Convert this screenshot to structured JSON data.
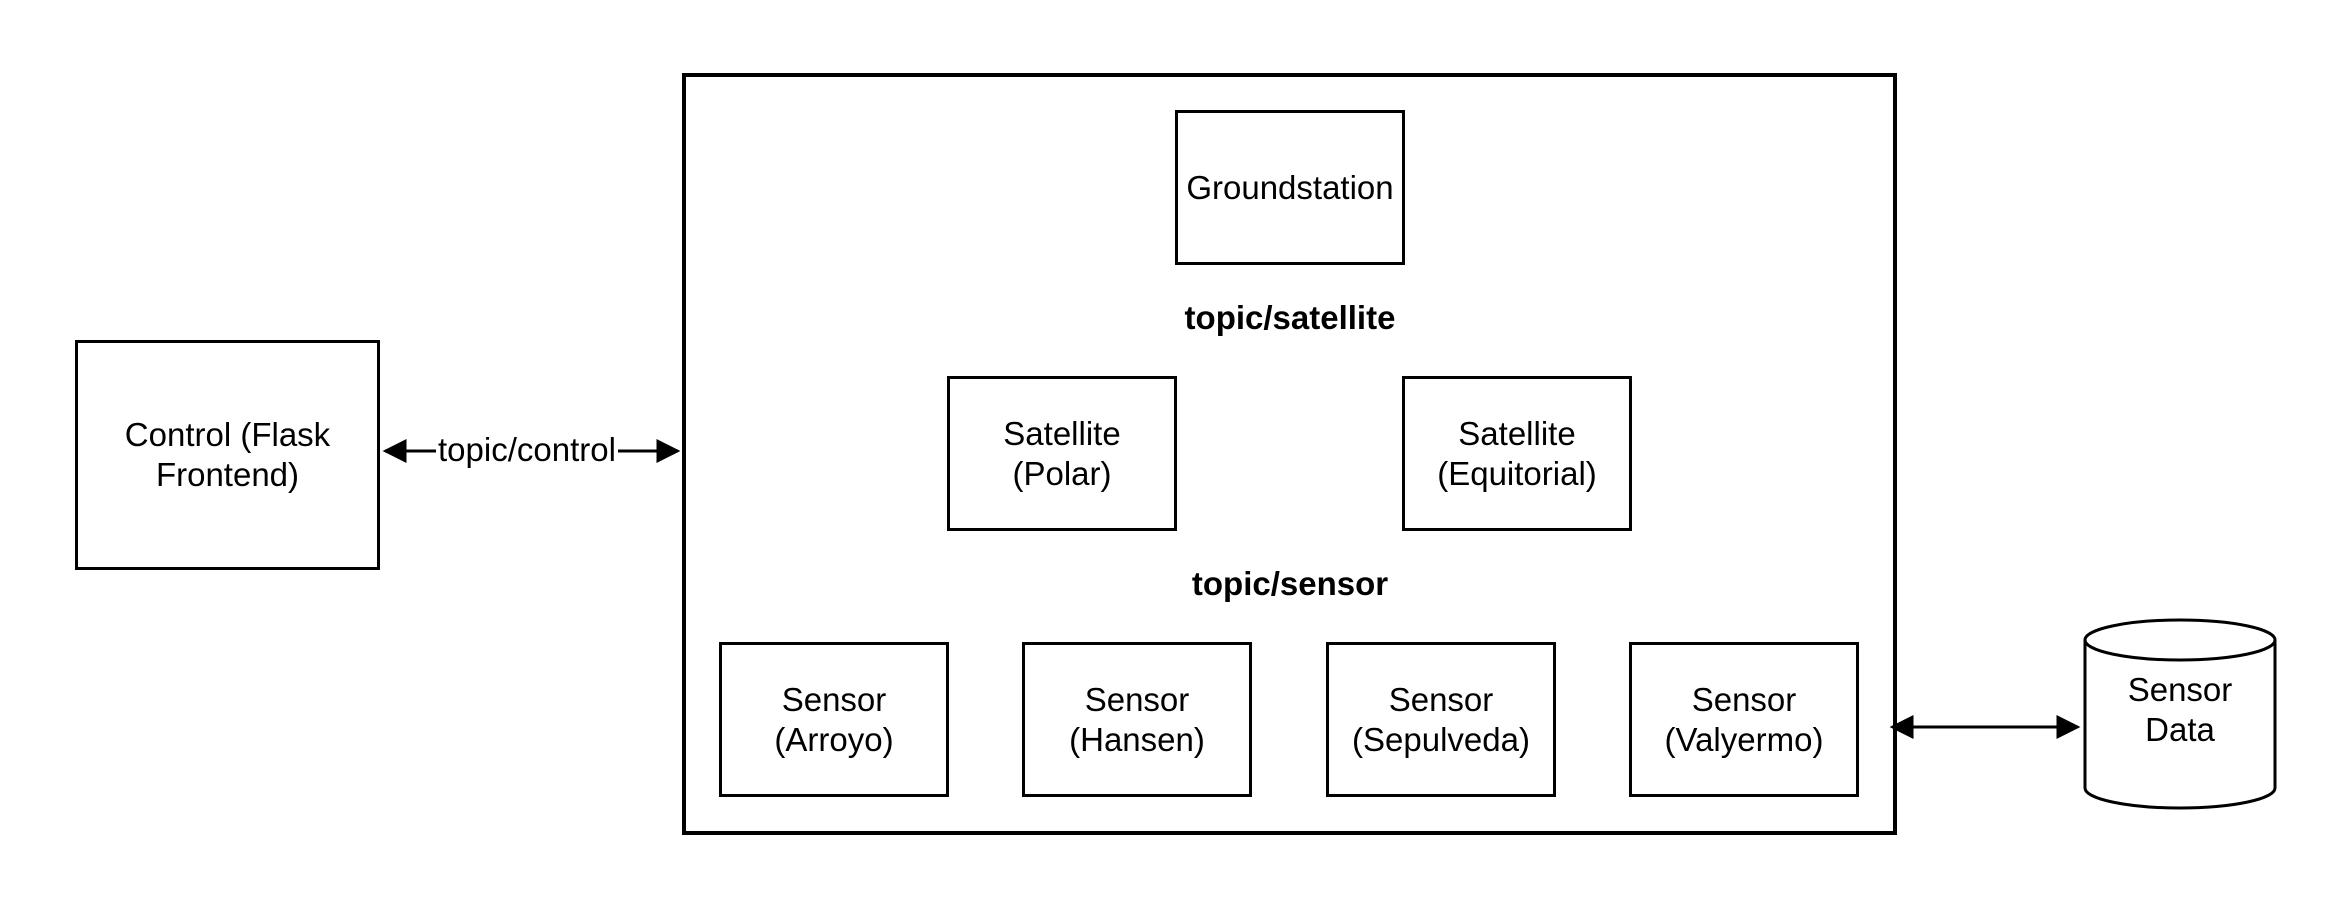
{
  "nodes": {
    "control": "Control (Flask\nFrontend)",
    "groundstation": "Groundstation",
    "satellite_polar": "Satellite\n(Polar)",
    "satellite_equitorial": "Satellite\n(Equitorial)",
    "sensor_arroyo": "Sensor\n(Arroyo)",
    "sensor_hansen": "Sensor\n(Hansen)",
    "sensor_sepulveda": "Sensor\n(Sepulveda)",
    "sensor_valyermo": "Sensor\n(Valyermo)",
    "sensor_data": "Sensor\nData"
  },
  "labels": {
    "topic_control": "topic/control",
    "topic_satellite": "topic/satellite",
    "topic_sensor": "topic/sensor"
  }
}
